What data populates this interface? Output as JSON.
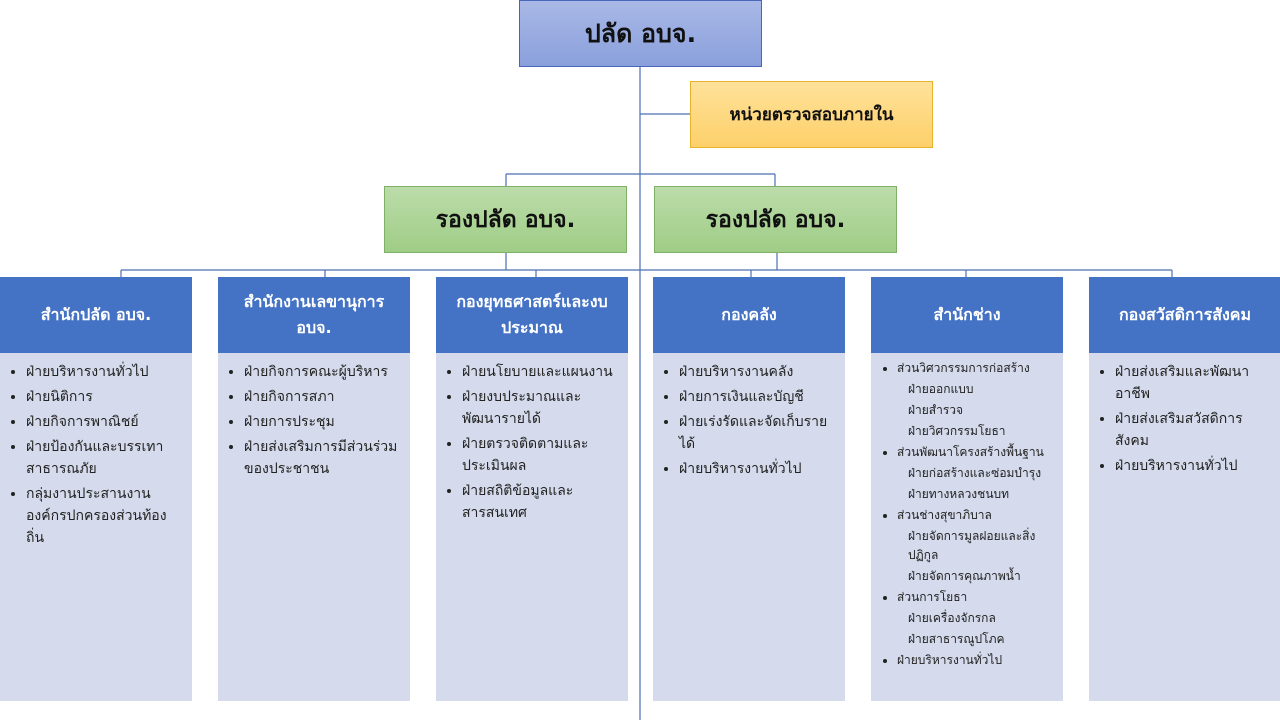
{
  "top_title": "ปลัด อบจ.",
  "audit_unit": "หน่วยตรวจสอบภายใน",
  "deputies": [
    "รองปลัด อบจ.",
    "รองปลัด อบจ."
  ],
  "departments": [
    {
      "title": "สำนักปลัด อบจ.",
      "items": [
        "ฝ่ายบริหารงานทั่วไป",
        "ฝ่ายนิติการ",
        "ฝ่ายกิจการพาณิชย์",
        "ฝ่ายป้องกันและบรรเทาสาธารณภัย",
        "กลุ่มงานประสานงานองค์กรปกครองส่วนท้องถิ่น"
      ]
    },
    {
      "title": "สำนักงานเลขานุการ อบจ.",
      "items": [
        "ฝ่ายกิจการคณะผู้บริหาร",
        "ฝ่ายกิจการสภา",
        "ฝ่ายการประชุม",
        "ฝ่ายส่งเสริมการมีส่วนร่วมของประชาชน"
      ]
    },
    {
      "title": "กองยุทธศาสตร์และงบประมาณ",
      "items": [
        "ฝ่ายนโยบายและแผนงาน",
        "ฝ่ายงบประมาณและพัฒนารายได้",
        "ฝ่ายตรวจติดตามและประเมินผล",
        "ฝ่ายสถิติข้อมูลและสารสนเทศ"
      ]
    },
    {
      "title": "กองคลัง",
      "items": [
        "ฝ่ายบริหารงานคลัง",
        "ฝ่ายการเงินและบัญชี",
        "ฝ่ายเร่งรัดและจัดเก็บรายได้",
        "ฝ่ายบริหารงานทั่วไป"
      ]
    },
    {
      "title": "สำนักช่าง",
      "items": [
        "ส่วนวิศวกรรมการก่อสร้าง",
        "ฝ่ายออกแบบ",
        "ฝ่ายสำรวจ",
        "ฝ่ายวิศวกรรมโยธา",
        "ส่วนพัฒนาโครงสร้างพื้นฐาน",
        "ฝ่ายก่อสร้างและซ่อมบำรุง",
        "ฝ่ายทางหลวงชนบท",
        "ส่วนช่างสุขาภิบาล",
        "ฝ่ายจัดการมูลฝอยและสิ่งปฏิกูล",
        "ฝ่ายจัดการคุณภาพน้ำ",
        "ส่วนการโยธา",
        "ฝ่ายเครื่องจักรกล",
        "ฝ่ายสาธารณูปโภค",
        "ฝ่ายบริหารงานทั่วไป"
      ]
    },
    {
      "title": "กองสวัสดิการสังคม",
      "items": [
        "ฝ่ายส่งเสริมและพัฒนาอาชีพ",
        "ฝ่ายส่งเสริมสวัสดิการสังคม",
        "ฝ่ายบริหารงานทั่วไป"
      ]
    }
  ],
  "colors": {
    "top": "#8fa5de",
    "audit": "#fdd67e",
    "deputy": "#a9d18e",
    "dept_header": "#4472c4",
    "dept_body": "#d5dbec",
    "connector": "#4a6fb5"
  }
}
